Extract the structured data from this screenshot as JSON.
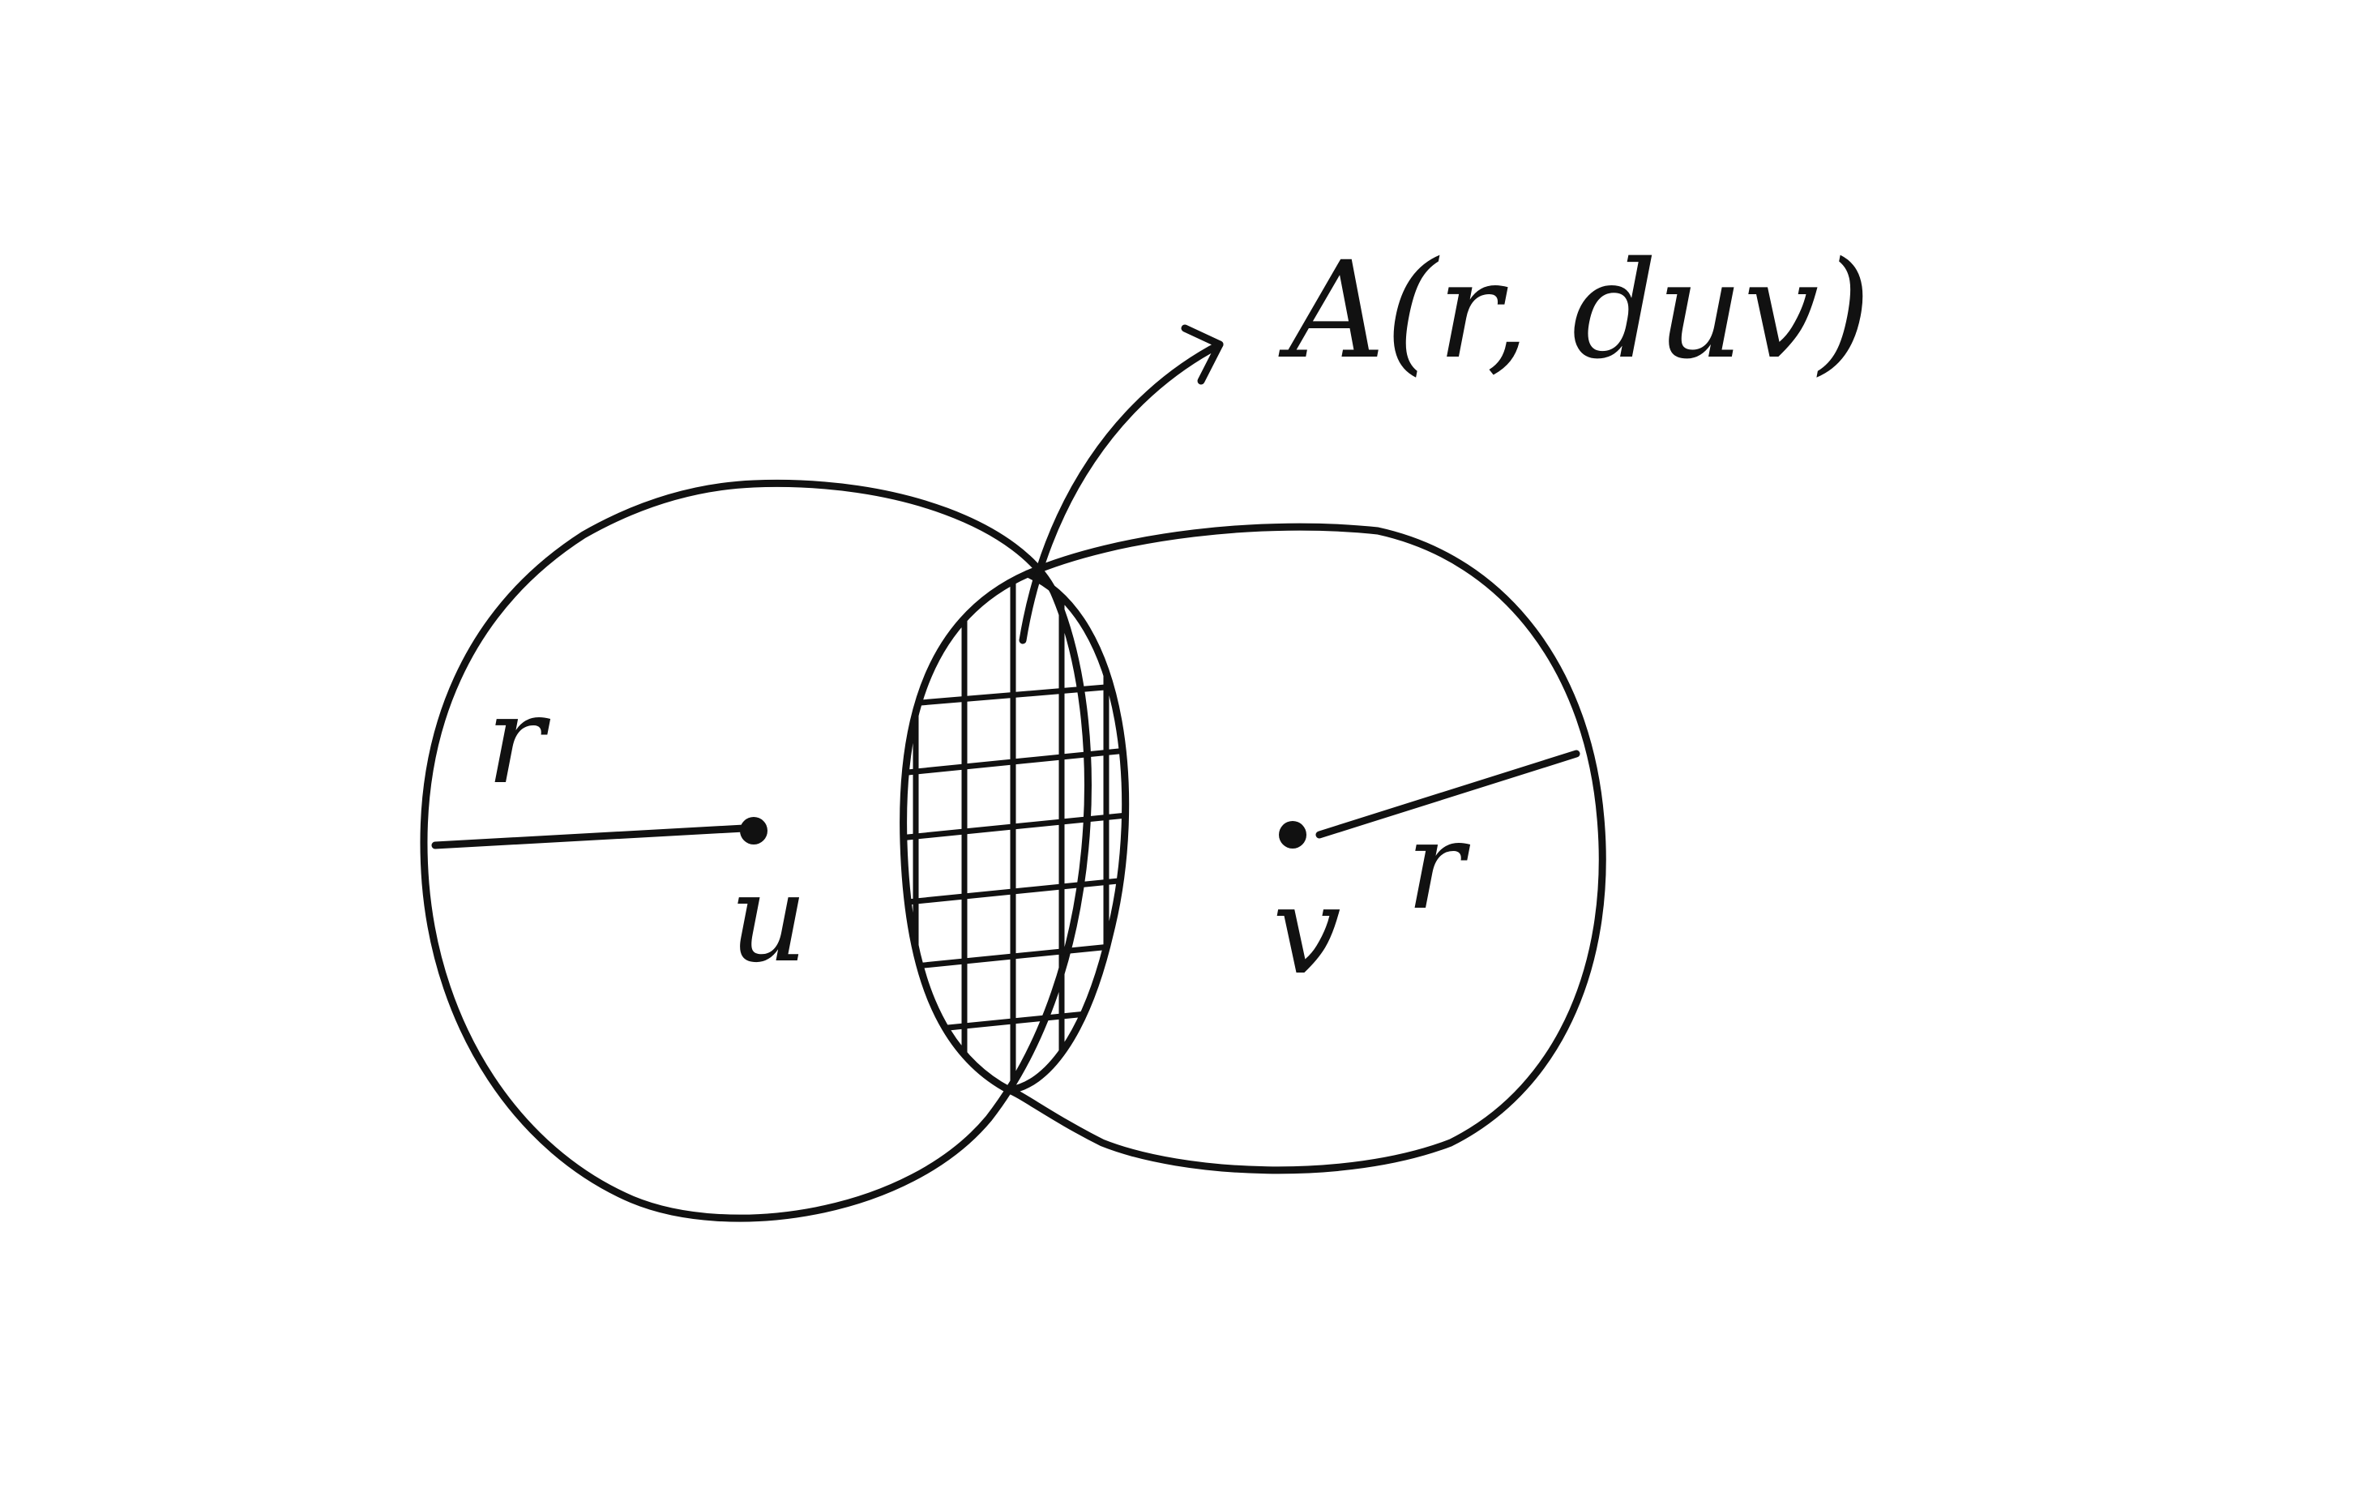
{
  "labels": {
    "area": "A(r, duv)",
    "radius_left": "r",
    "radius_right": "r",
    "center_left": "u",
    "center_right": "v"
  },
  "colors": {
    "ink": "#111111",
    "paper": "#ffffff"
  }
}
